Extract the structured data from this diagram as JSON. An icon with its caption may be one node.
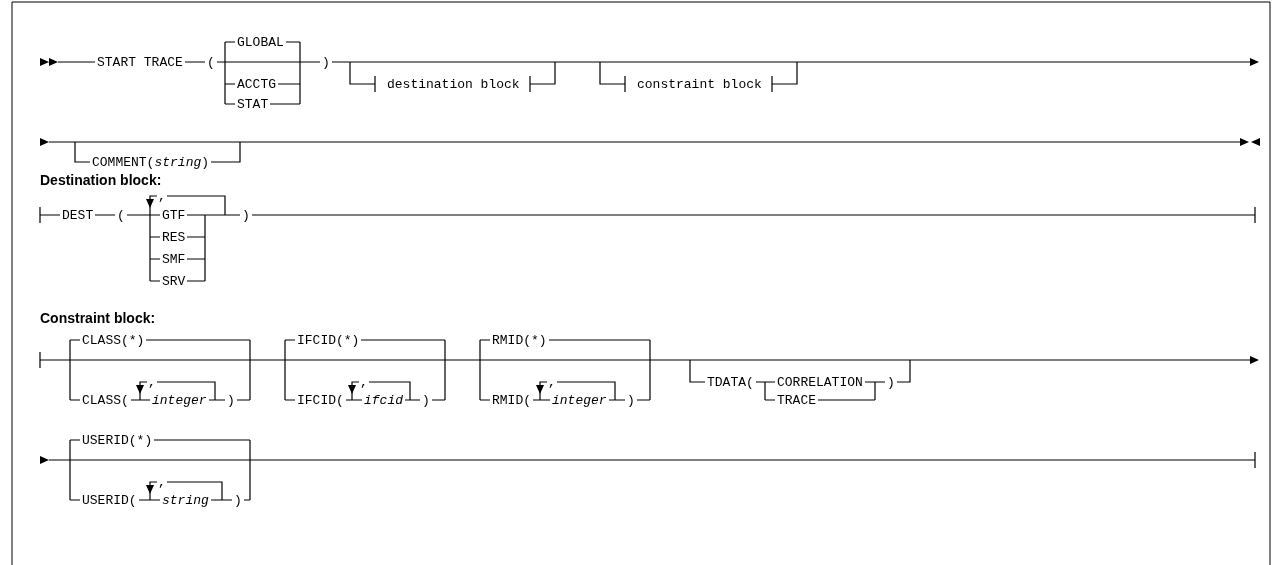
{
  "diagram": {
    "labels": [
      "START TRACE",
      "(",
      "GLOBAL",
      "ACCTG",
      "STAT",
      ")",
      "destination block",
      "constraint block",
      "COMMENT(*string*)",
      "Destination block:",
      "DEST",
      "(",
      ",",
      "GTF",
      "RES",
      "SMF",
      "SRV",
      ")",
      "Constraint block:",
      "CLASS(*)",
      "CLASS(",
      ",",
      "integer",
      ")",
      "IFCID(*)",
      "IFCID(",
      ",",
      "ifcid",
      ")",
      "RMID(*)",
      "RMID(",
      ",",
      "integer",
      ")",
      "TDATA(",
      "CORRELATION",
      "TRACE",
      ")",
      "USERID(*)",
      "USERID(",
      ",",
      "string",
      ")"
    ]
  }
}
